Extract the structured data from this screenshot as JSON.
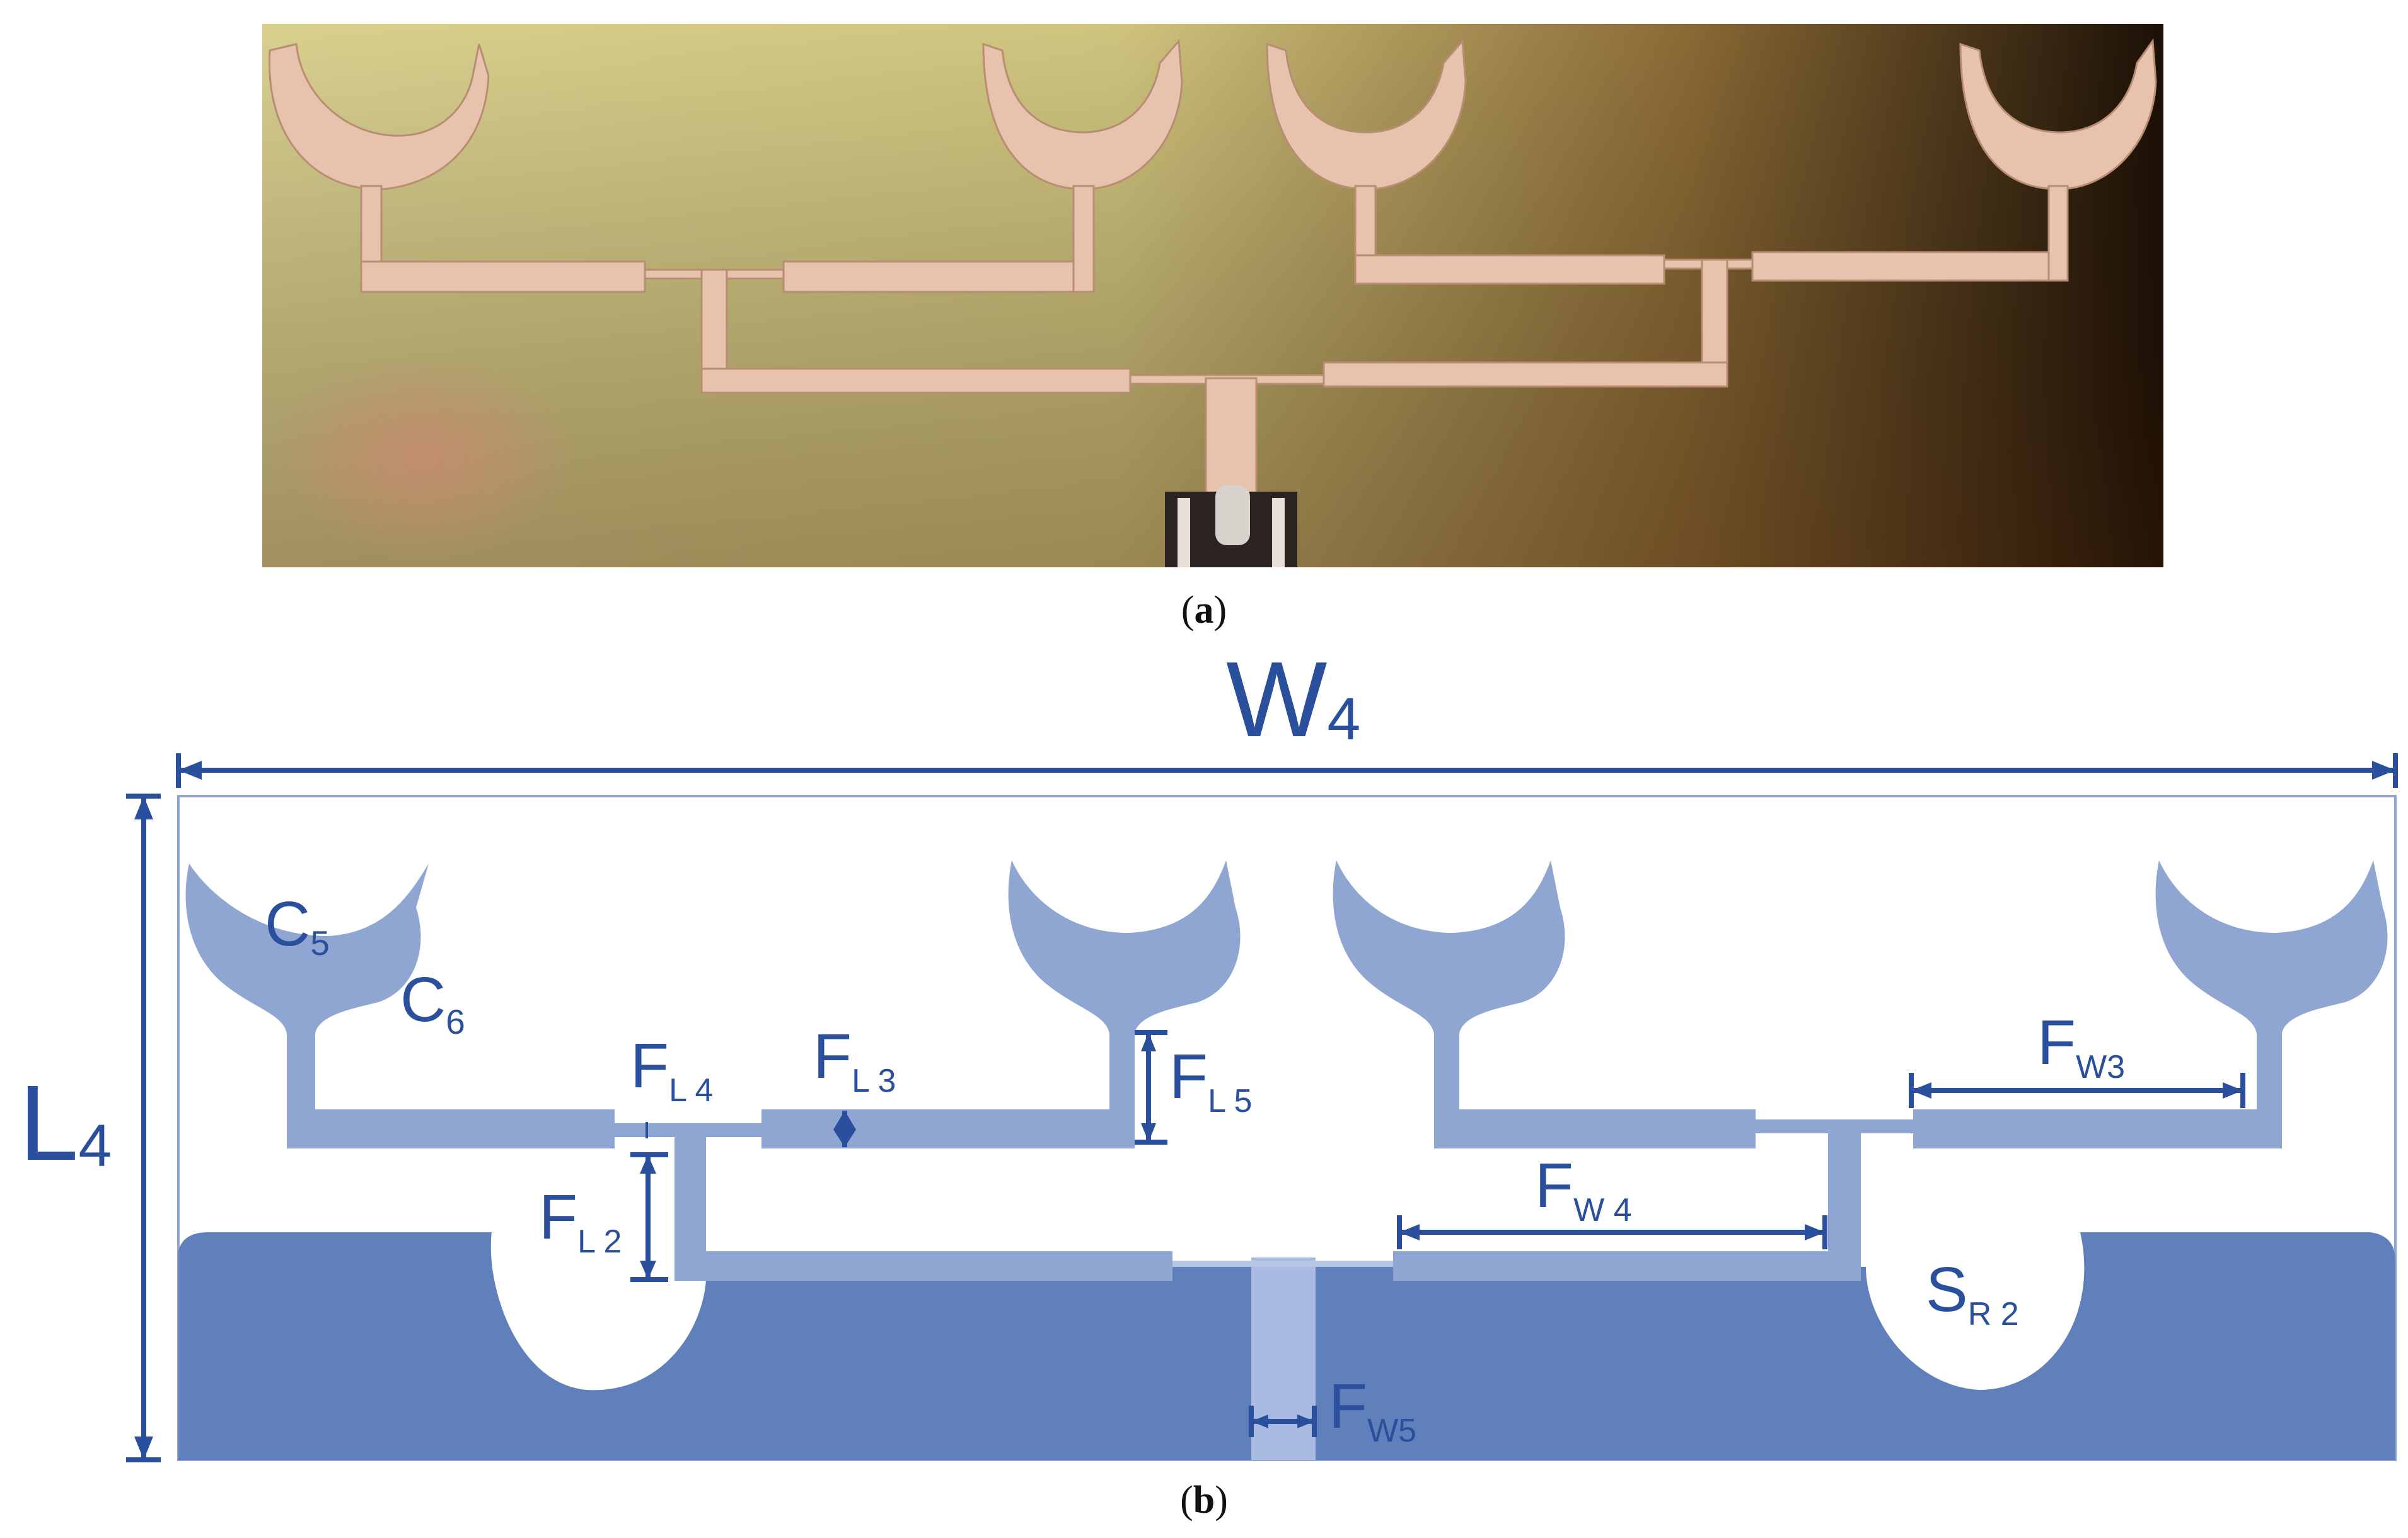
{
  "photo": {
    "caption_letter": "a",
    "caption_open": "(",
    "caption_close": ")"
  },
  "layout": {
    "caption_letter": "b",
    "caption_open": "(",
    "caption_close": ")",
    "width": {
      "main": "W",
      "sub": "4"
    },
    "length": {
      "main": "L",
      "sub": "4"
    },
    "labels": [
      {
        "id": "c5",
        "main": "C",
        "sub": "5"
      },
      {
        "id": "c6",
        "main": "C",
        "sub": "6"
      },
      {
        "id": "fl4",
        "main": "F",
        "sub": "L 4"
      },
      {
        "id": "fl3",
        "main": "F",
        "sub": "L 3"
      },
      {
        "id": "fl5",
        "main": "F",
        "sub": "L 5"
      },
      {
        "id": "fl2",
        "main": "F",
        "sub": "L 2"
      },
      {
        "id": "fw3",
        "main": "F",
        "sub": "W3"
      },
      {
        "id": "fw4",
        "main": "F",
        "sub": "W 4"
      },
      {
        "id": "fw5",
        "main": "F",
        "sub": "W5"
      },
      {
        "id": "sr2",
        "main": "S",
        "sub": "R 2"
      }
    ]
  },
  "colors": {
    "trace": "#8fa6d3",
    "ground": "#6080bb",
    "dimension": "#2a4f9c",
    "fr4_light": "#cfc88a",
    "fr4_dark": "#2a1a08",
    "copper": "#e7c3ad"
  }
}
